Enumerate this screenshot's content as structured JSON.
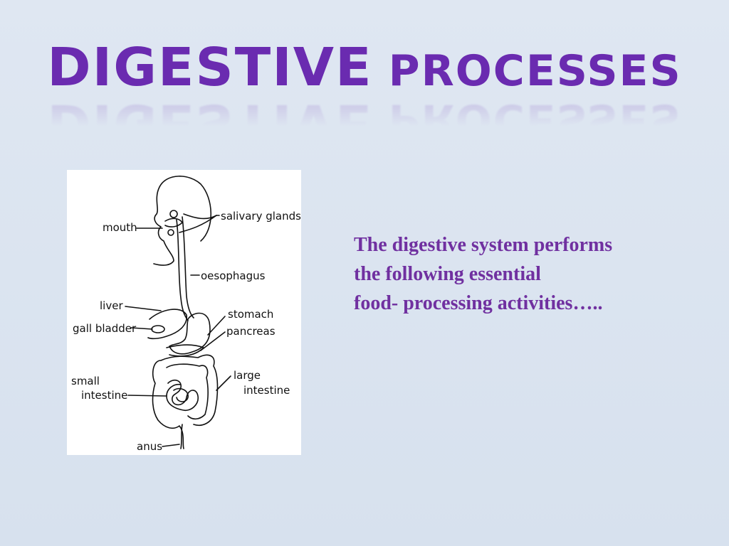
{
  "title": {
    "word1": "DIGESTIVE",
    "word2": "PROCESSES",
    "color": "#6a2bb0"
  },
  "diagram": {
    "labels": {
      "mouth": "mouth",
      "salivary_glands": "salivary glands",
      "oesophagus": "oesophagus",
      "liver": "liver",
      "gall_bladder": "gall bladder",
      "stomach": "stomach",
      "pancreas": "pancreas",
      "small_intestine_1": "small",
      "small_intestine_2": "intestine",
      "large_intestine_1": "large",
      "large_intestine_2": "intestine",
      "anus": "anus"
    }
  },
  "body": {
    "lines": [
      "The digestive system performs",
      "the following essential",
      "food- processing activities….."
    ],
    "color": "#7030a0"
  }
}
